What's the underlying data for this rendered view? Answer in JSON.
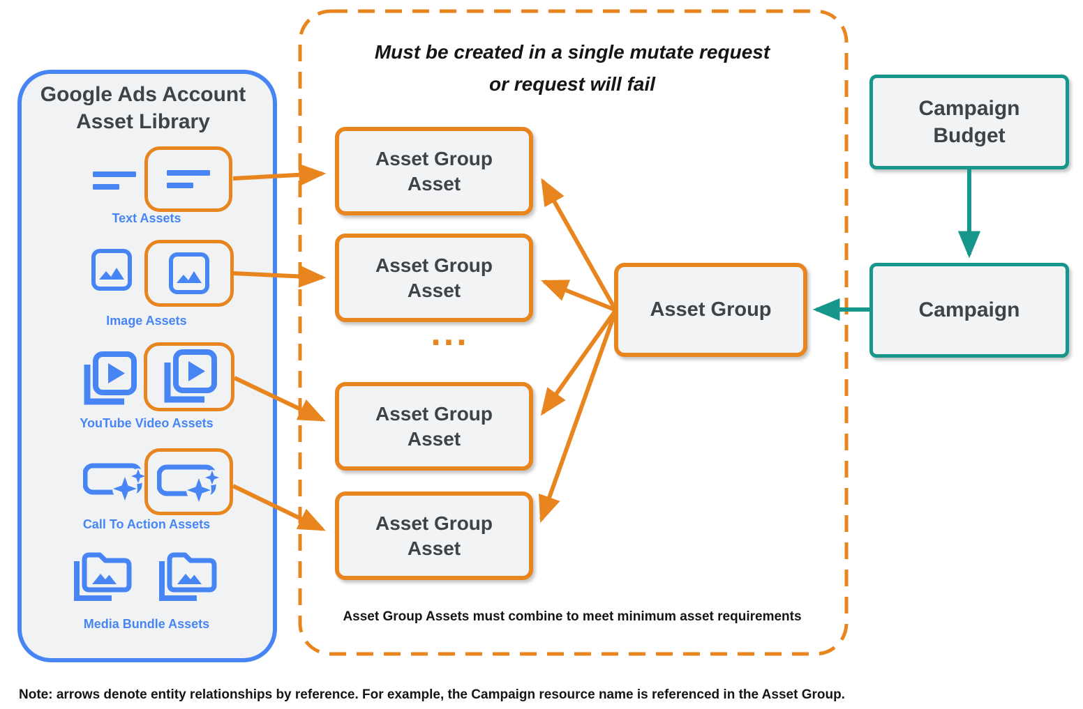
{
  "library": {
    "title": "Google Ads Account\nAsset Library",
    "items": [
      {
        "label": "Text Assets",
        "icon": "text-asset-icon",
        "highlighted": true
      },
      {
        "label": "Image Assets",
        "icon": "image-asset-icon",
        "highlighted": true
      },
      {
        "label": "YouTube Video Assets",
        "icon": "youtube-video-asset-icon",
        "highlighted": true
      },
      {
        "label": "Call To Action Assets",
        "icon": "call-to-action-asset-icon",
        "highlighted": true
      },
      {
        "label": "Media Bundle Assets",
        "icon": "media-bundle-asset-icon",
        "highlighted": false
      }
    ]
  },
  "mutate_box": {
    "title": "Must be created in a single mutate request\nor request will fail",
    "boxes": [
      "Asset Group\nAsset",
      "Asset Group\nAsset",
      "Asset Group\nAsset",
      "Asset Group\nAsset"
    ],
    "ellipsis": "...",
    "footnote": "Asset Group Assets must combine to meet minimum asset requirements"
  },
  "entities": {
    "asset_group": "Asset Group",
    "campaign": "Campaign",
    "campaign_budget": "Campaign\nBudget"
  },
  "note": "Note: arrows denote entity relationships by reference. For example, the Campaign resource name is referenced in the Asset Group.",
  "colors": {
    "blue": "#4785F4",
    "orange": "#E8851F",
    "teal": "#17968B",
    "box_fill": "#F2F3F4",
    "panel_fill": "#F0F2F4",
    "dark_text": "#3E4347",
    "black_text": "#141517"
  }
}
